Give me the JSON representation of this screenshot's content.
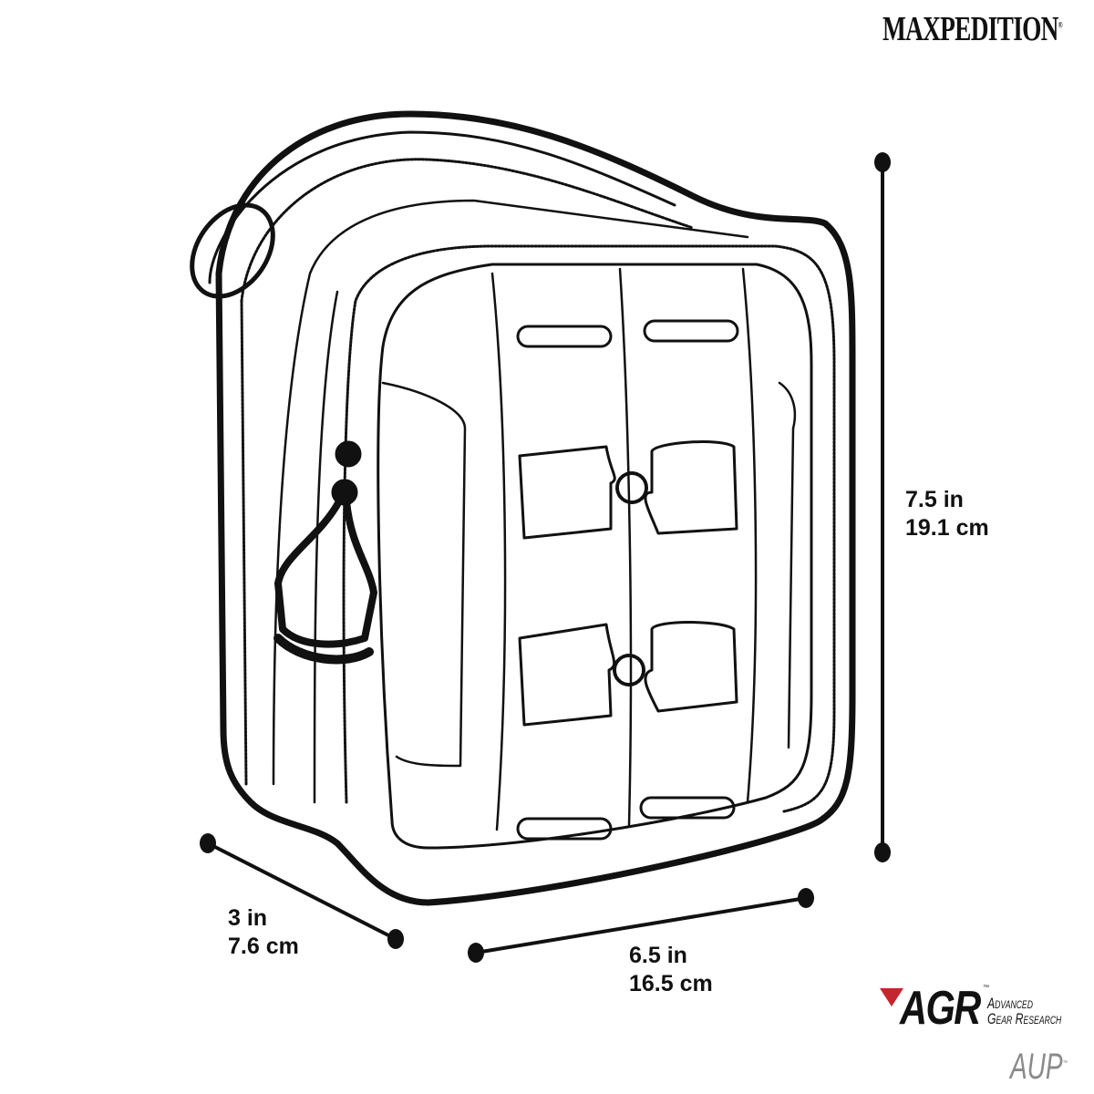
{
  "brand": {
    "logo_text": "MAXPEDITION",
    "registered_mark": "®"
  },
  "product": {
    "name": "AUP",
    "trademark": "™"
  },
  "agr_badge": {
    "mark": "AGR",
    "trademark": "™",
    "line1": "Advanced",
    "line2": "Gear Research",
    "accent_color": "#c4262e"
  },
  "dimensions": {
    "height": {
      "imperial": "7.5 in",
      "metric": "19.1 cm"
    },
    "depth": {
      "imperial": "3 in",
      "metric": "7.6 cm"
    },
    "width": {
      "imperial": "6.5 in",
      "metric": "16.5 cm"
    }
  },
  "colors": {
    "line": "#111111",
    "background": "#ffffff",
    "aup_gray": "#8a8a8a"
  }
}
